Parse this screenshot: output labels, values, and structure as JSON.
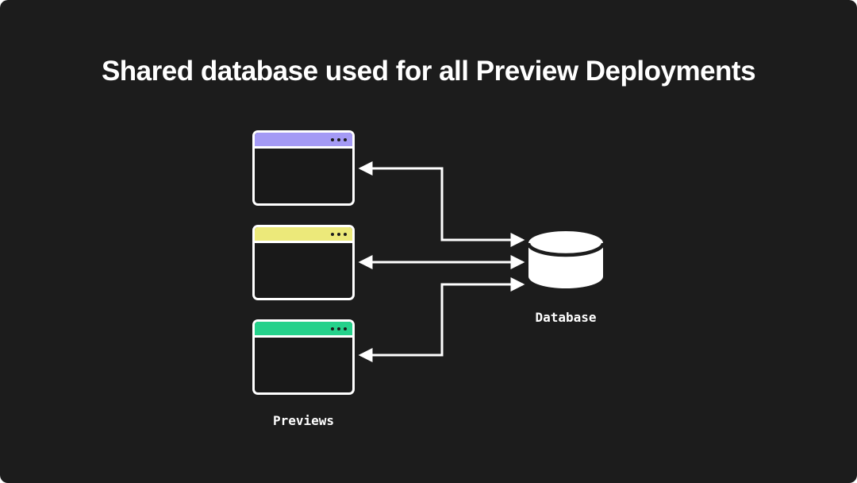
{
  "title": "Shared database used for all Preview Deployments",
  "colors": {
    "card_background": "#1c1c1c",
    "window_border": "#ffffff",
    "window_body": "#191919",
    "arrow": "#ffffff",
    "database_fill": "#ffffff",
    "database_lid_line": "#1c1c1c",
    "text": "#ffffff"
  },
  "previews": {
    "label": "Previews",
    "windows": [
      {
        "id": "preview-window-1",
        "titlebar_color": "#a49af5"
      },
      {
        "id": "preview-window-2",
        "titlebar_color": "#ece97a"
      },
      {
        "id": "preview-window-3",
        "titlebar_color": "#25d18b"
      }
    ]
  },
  "database": {
    "label": "Database"
  },
  "connections": [
    {
      "from": "preview-window-1",
      "to": "database",
      "bidirectional": true
    },
    {
      "from": "preview-window-2",
      "to": "database",
      "bidirectional": true
    },
    {
      "from": "preview-window-3",
      "to": "database",
      "bidirectional": true
    }
  ]
}
